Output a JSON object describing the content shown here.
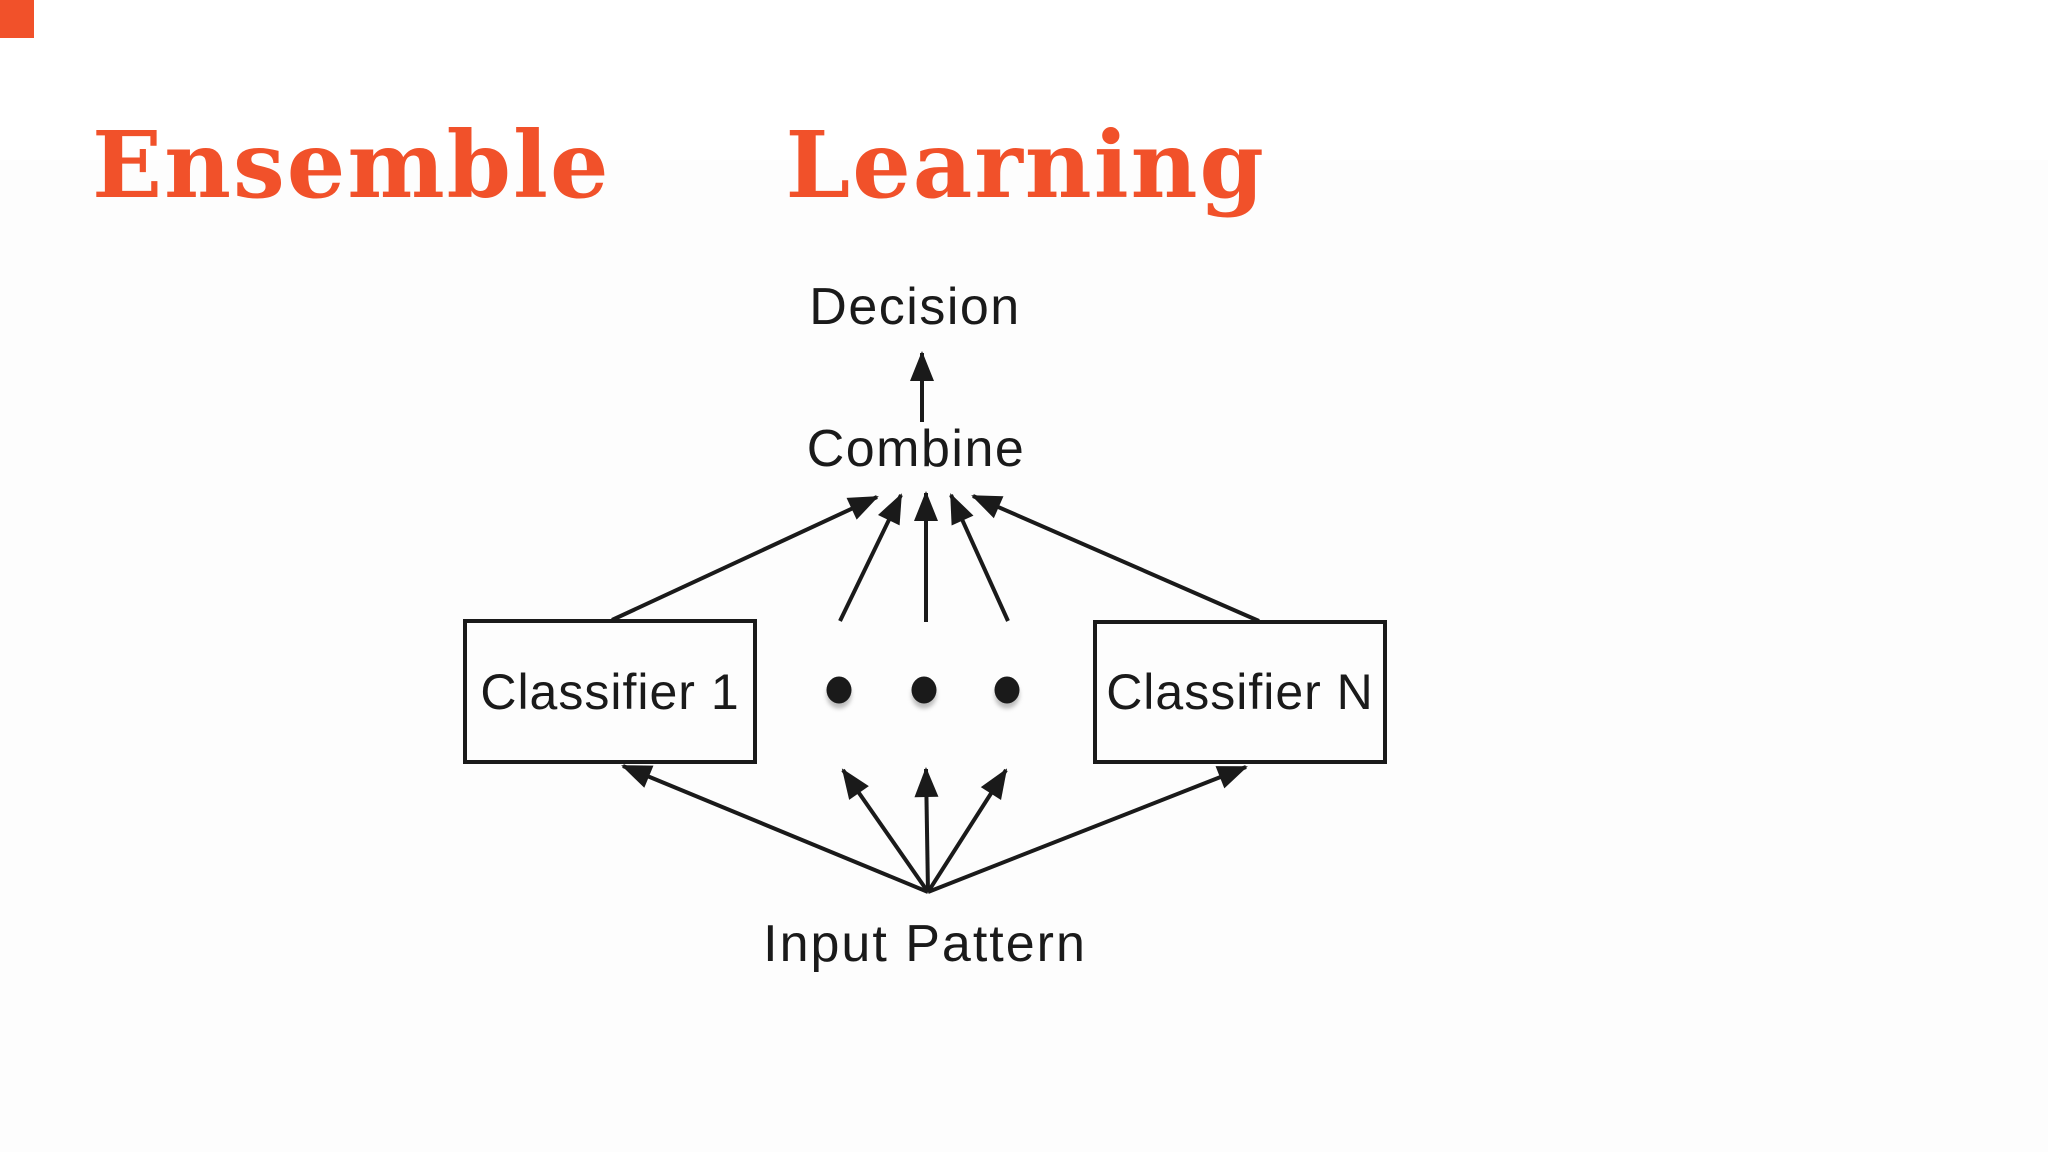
{
  "page": {
    "background": "#ffffff",
    "content_tint": "#fdfdfd"
  },
  "accent": {
    "color": "#f1512a"
  },
  "title": {
    "word1": "Ensemble",
    "word2": "Learning",
    "color": "#f1512a"
  },
  "diagram": {
    "ink": "#1a1a1a",
    "decision_label": "Decision",
    "combine_label": "Combine",
    "classifier1_label": "Classifier 1",
    "classifierN_label": "Classifier N",
    "input_label": "Input Pattern",
    "dots_icon": "ellipsis-dots",
    "nodes": [
      "Decision",
      "Combine",
      "Classifier 1",
      "Classifier N",
      "Input Pattern"
    ],
    "edges": [
      {
        "from": "Classifier 1",
        "to": "Combine"
      },
      {
        "from": "dot-column-left",
        "to": "Combine"
      },
      {
        "from": "dot-column-middle",
        "to": "Combine"
      },
      {
        "from": "dot-column-right",
        "to": "Combine"
      },
      {
        "from": "Classifier N",
        "to": "Combine"
      },
      {
        "from": "Combine",
        "to": "Decision"
      },
      {
        "from": "Input Pattern",
        "to": "Classifier 1"
      },
      {
        "from": "Input Pattern",
        "to": "dot-column-left"
      },
      {
        "from": "Input Pattern",
        "to": "dot-column-middle"
      },
      {
        "from": "Input Pattern",
        "to": "dot-column-right"
      },
      {
        "from": "Input Pattern",
        "to": "Classifier N"
      }
    ]
  }
}
